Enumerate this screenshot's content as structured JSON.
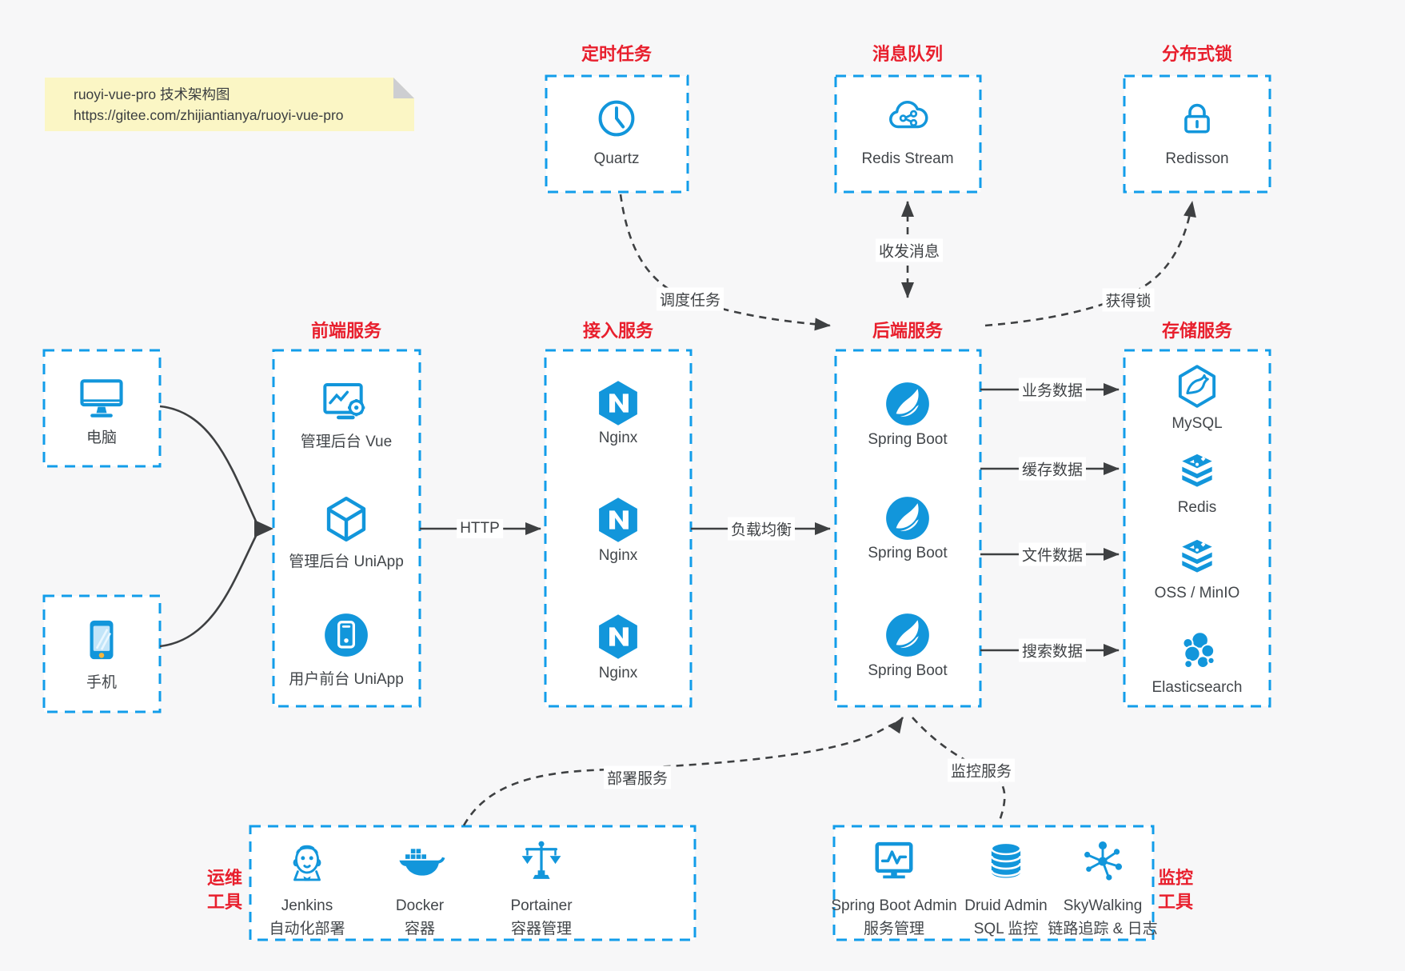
{
  "note": {
    "line1": "ruoyi-vue-pro 技术架构图",
    "line2": "https://gitee.com/zhijiantianya/ruoyi-vue-pro"
  },
  "colors": {
    "page_bg": "#f7f7f8",
    "box_border_blue": "#129dea",
    "icon_blue": "#1296db",
    "title_red": "#e81f2d",
    "arrow_gray": "#3e4042",
    "note_bg": "#fbf6c5"
  },
  "groups": {
    "scheduled": {
      "title": "定时任务",
      "items": [
        {
          "label": "Quartz",
          "icon": "clock-icon"
        }
      ]
    },
    "mq": {
      "title": "消息队列",
      "items": [
        {
          "label": "Redis Stream",
          "icon": "cloud-share-icon"
        }
      ]
    },
    "lock": {
      "title": "分布式锁",
      "items": [
        {
          "label": "Redisson",
          "icon": "lock-icon"
        }
      ]
    },
    "clients": {
      "items": [
        {
          "label": "电脑",
          "icon": "desktop-icon"
        },
        {
          "label": "手机",
          "icon": "phone-icon"
        }
      ]
    },
    "frontend": {
      "title": "前端服务",
      "items": [
        {
          "label": "管理后台 Vue",
          "icon": "admin-vue-icon"
        },
        {
          "label": "管理后台 UniApp",
          "icon": "uniapp-cube-icon"
        },
        {
          "label": "用户前台 UniApp",
          "icon": "mobile-app-icon"
        }
      ]
    },
    "gateway": {
      "title": "接入服务",
      "items": [
        {
          "label": "Nginx",
          "icon": "nginx-icon"
        },
        {
          "label": "Nginx",
          "icon": "nginx-icon"
        },
        {
          "label": "Nginx",
          "icon": "nginx-icon"
        }
      ]
    },
    "backend": {
      "title": "后端服务",
      "items": [
        {
          "label": "Spring Boot",
          "icon": "spring-icon"
        },
        {
          "label": "Spring Boot",
          "icon": "spring-icon"
        },
        {
          "label": "Spring Boot",
          "icon": "spring-icon"
        }
      ]
    },
    "storage": {
      "title": "存储服务",
      "items": [
        {
          "label": "MySQL",
          "icon": "mysql-icon"
        },
        {
          "label": "Redis",
          "icon": "redis-icon"
        },
        {
          "label": "OSS / MinIO",
          "icon": "oss-icon"
        },
        {
          "label": "Elasticsearch",
          "icon": "elasticsearch-icon"
        }
      ]
    },
    "devops": {
      "side": [
        "运维",
        "工具"
      ],
      "items": [
        {
          "label": "Jenkins",
          "sublabel": "自动化部署",
          "icon": "jenkins-icon"
        },
        {
          "label": "Docker",
          "sublabel": "容器",
          "icon": "docker-icon"
        },
        {
          "label": "Portainer",
          "sublabel": "容器管理",
          "icon": "portainer-icon"
        }
      ]
    },
    "monitor": {
      "side": [
        "监控",
        "工具"
      ],
      "items": [
        {
          "label": "Spring Boot Admin",
          "sublabel": "服务管理",
          "icon": "spring-boot-admin-icon"
        },
        {
          "label": "Druid Admin",
          "sublabel": "SQL 监控",
          "icon": "druid-icon"
        },
        {
          "label": "SkyWalking",
          "sublabel": "链路追踪 & 日志",
          "icon": "skywalking-icon"
        }
      ]
    }
  },
  "edges": {
    "http": "HTTP",
    "load_balance": "负载均衡",
    "schedule": "调度任务",
    "message": "收发消息",
    "get_lock": "获得锁",
    "biz_data": "业务数据",
    "cache_data": "缓存数据",
    "file_data": "文件数据",
    "search_data": "搜索数据",
    "deploy": "部署服务",
    "monitor": "监控服务"
  }
}
